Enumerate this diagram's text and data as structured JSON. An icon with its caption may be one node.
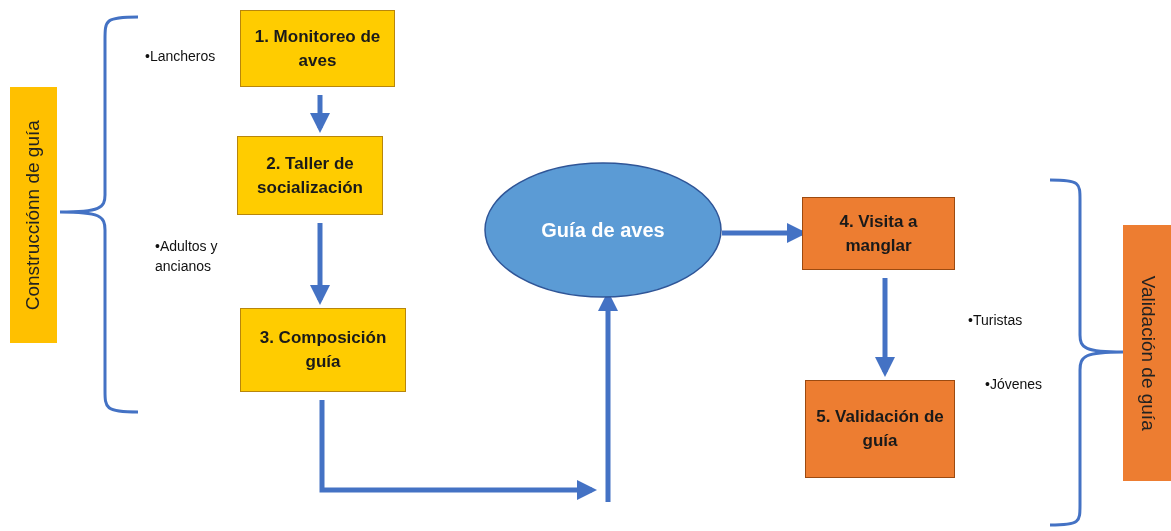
{
  "diagram": {
    "nodes": [
      {
        "text": [
          "Construcciónn de guía"
        ]
      },
      {
        "text": [
          "1. Monitoreo de aves"
        ]
      },
      {
        "text": [
          "2. Taller de socialización"
        ]
      },
      {
        "text": [
          "3. Composición guía"
        ]
      },
      {
        "text": [
          "Guía de aves"
        ]
      },
      {
        "text": [
          "4. Visita a manglar"
        ]
      },
      {
        "text": [
          "5. Validación de guía"
        ]
      },
      {
        "text": [
          "Validación de guía"
        ]
      }
    ],
    "edges": [
      {
        "from": 1,
        "to": 2,
        "arrow": "to"
      },
      {
        "from": 2,
        "to": 3,
        "arrow": "to"
      },
      {
        "from": 3,
        "to": null,
        "arrow": "to"
      },
      {
        "from": null,
        "to": 4,
        "arrow": "to"
      },
      {
        "from": 4,
        "to": 5,
        "arrow": "to"
      },
      {
        "from": 5,
        "to": 6,
        "arrow": "to"
      }
    ],
    "labels": [
      "•Lancheros",
      "•Adultos y ancianos",
      "•Turistas",
      "•Jóvenes"
    ]
  }
}
